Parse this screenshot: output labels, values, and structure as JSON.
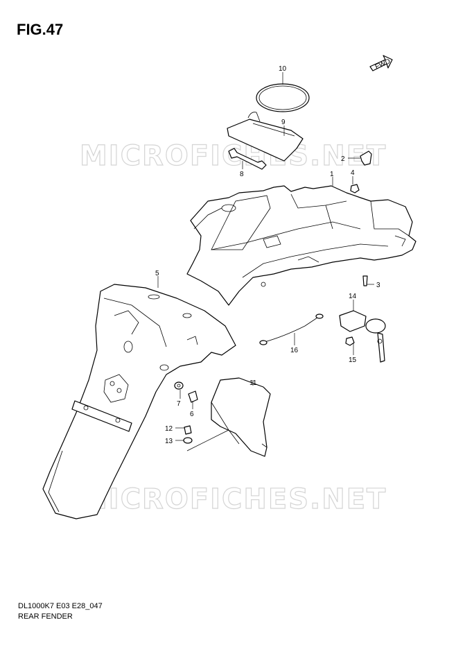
{
  "figure": {
    "title": "FIG.47",
    "code": "DL1000K7 E03 E28_047",
    "name": "REAR FENDER"
  },
  "watermark": "MICROFICHES.NET",
  "fwd_badge": "FWD",
  "callouts": [
    {
      "id": "1",
      "label": "1"
    },
    {
      "id": "2",
      "label": "2"
    },
    {
      "id": "3",
      "label": "3"
    },
    {
      "id": "4",
      "label": "4"
    },
    {
      "id": "5",
      "label": "5"
    },
    {
      "id": "6",
      "label": "6"
    },
    {
      "id": "7",
      "label": "7"
    },
    {
      "id": "8",
      "label": "8"
    },
    {
      "id": "9",
      "label": "9"
    },
    {
      "id": "10",
      "label": "10"
    },
    {
      "id": "11",
      "label": "11"
    },
    {
      "id": "12",
      "label": "12"
    },
    {
      "id": "13",
      "label": "13"
    },
    {
      "id": "14",
      "label": "14"
    },
    {
      "id": "15",
      "label": "15"
    },
    {
      "id": "16",
      "label": "16"
    }
  ]
}
